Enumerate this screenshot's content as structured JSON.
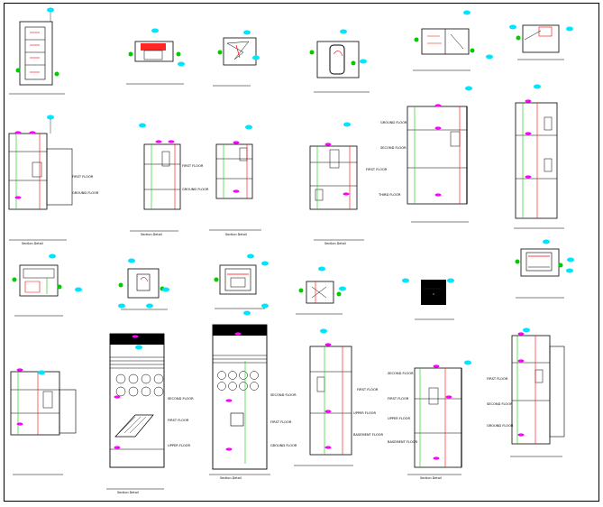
{
  "drawing": {
    "background": "#ffffff",
    "colors": {
      "line": "#000000",
      "section_fill": "#ffffff",
      "red": "#ff0000",
      "green": "#00cc00",
      "marker": "#00e5ff",
      "level_tag": "#ff00ff",
      "dim": "#00ff00"
    },
    "labels": {
      "first_floor": "FIRST FLOOR",
      "ground_floor": "GROUND FLOOR",
      "second_floor": "SECOND FLOOR",
      "third_floor": "THIRD FLOOR",
      "basement_floor": "BASEMENT FLOOR",
      "upper_floor": "UPPER FLOOR",
      "sections": {
        "sec_a": "Section Detail",
        "sec_b": "Section Detail",
        "sec_c": "Section Detail",
        "sec_d": "Section Detail",
        "sec_e": "Section Detail",
        "sec_f": "Section Detail",
        "sec_g": "Section Detail"
      }
    }
  }
}
